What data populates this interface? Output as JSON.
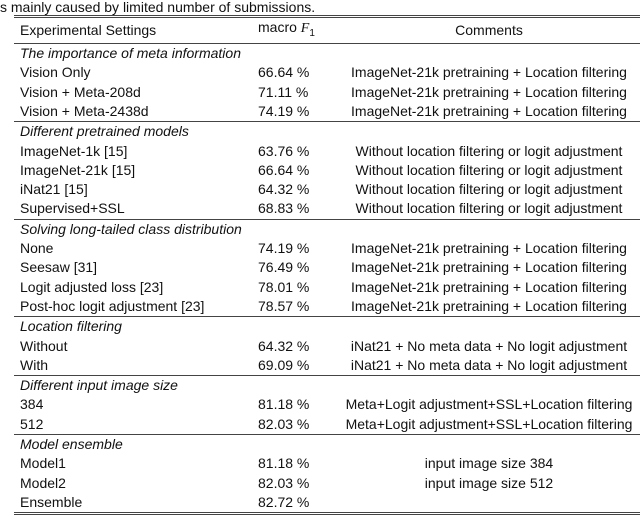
{
  "caption": "s mainly caused by limited number of submissions.",
  "headers": {
    "settings": "Experimental Settings",
    "metric": "macro",
    "metric_symbol": "F",
    "metric_sub": "1",
    "comments": "Comments"
  },
  "groups": [
    {
      "title": "The importance of meta information",
      "rows": [
        {
          "setting": "Vision Only",
          "f1": "66.64 %",
          "comment": "ImageNet-21k pretraining + Location filtering"
        },
        {
          "setting": "Vision + Meta-208d",
          "f1": "71.11 %",
          "comment": "ImageNet-21k pretraining + Location filtering"
        },
        {
          "setting": "Vision + Meta-2438d",
          "f1": "74.19 %",
          "comment": "ImageNet-21k pretraining + Location filtering"
        }
      ]
    },
    {
      "title": "Different pretrained models",
      "rows": [
        {
          "setting": "ImageNet-1k [15]",
          "f1": "63.76 %",
          "comment": "Without location filtering or logit adjustment"
        },
        {
          "setting": "ImageNet-21k [15]",
          "f1": "66.64 %",
          "comment": "Without location filtering or logit adjustment"
        },
        {
          "setting": "iNat21 [15]",
          "f1": "64.32 %",
          "comment": "Without location filtering or logit adjustment"
        },
        {
          "setting": "Supervised+SSL",
          "f1": "68.83 %",
          "comment": "Without location filtering or logit adjustment"
        }
      ]
    },
    {
      "title": "Solving long-tailed class distribution",
      "rows": [
        {
          "setting": "None",
          "f1": "74.19 %",
          "comment": "ImageNet-21k pretraining + Location filtering"
        },
        {
          "setting": "Seesaw [31]",
          "f1": "76.49 %",
          "comment": "ImageNet-21k pretraining + Location filtering"
        },
        {
          "setting": "Logit adjusted loss [23]",
          "f1": "78.01 %",
          "comment": "ImageNet-21k pretraining + Location filtering"
        },
        {
          "setting": "Post-hoc logit adjustment [23]",
          "f1": "78.57 %",
          "comment": "ImageNet-21k pretraining + Location filtering"
        }
      ]
    },
    {
      "title": "Location filtering",
      "rows": [
        {
          "setting": "Without",
          "f1": "64.32 %",
          "comment": "iNat21 + No meta data + No logit adjustment"
        },
        {
          "setting": "With",
          "f1": "69.09 %",
          "comment": "iNat21 + No meta data + No logit adjustment"
        }
      ]
    },
    {
      "title": "Different input image size",
      "rows": [
        {
          "setting": "384",
          "f1": "81.18 %",
          "comment": "Meta+Logit adjustment+SSL+Location filtering"
        },
        {
          "setting": "512",
          "f1": "82.03 %",
          "comment": "Meta+Logit adjustment+SSL+Location filtering"
        }
      ]
    },
    {
      "title": "Model ensemble",
      "rows": [
        {
          "setting": "Model1",
          "f1": "81.18 %",
          "comment": "input image size 384"
        },
        {
          "setting": "Model2",
          "f1": "82.03 %",
          "comment": "input image size 512"
        },
        {
          "setting": "Ensemble",
          "f1": "82.72 %",
          "comment": ""
        }
      ]
    }
  ]
}
